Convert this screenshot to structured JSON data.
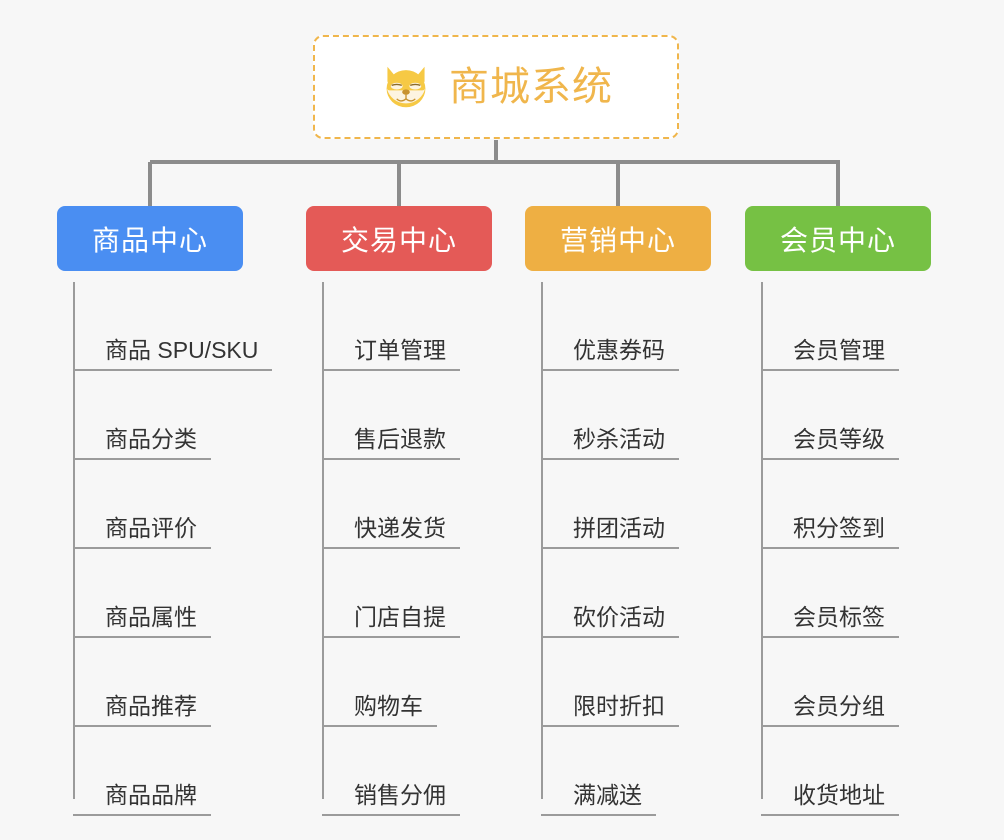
{
  "root": {
    "title": "商城系统",
    "icon": "shiba-dog-icon",
    "border_color": "#f0b64c",
    "text_color": "#f0b64c",
    "background": "#ffffff"
  },
  "canvas": {
    "background": "#f7f7f7",
    "connector_color": "#8c8c8c",
    "rule_color": "#9b9b9b"
  },
  "columns": [
    {
      "label": "商品中心",
      "color": "#4a8ef2",
      "items": [
        "商品 SPU/SKU",
        "商品分类",
        "商品评价",
        "商品属性",
        "商品推荐",
        "商品品牌"
      ]
    },
    {
      "label": "交易中心",
      "color": "#e45a57",
      "items": [
        "订单管理",
        "售后退款",
        "快递发货",
        "门店自提",
        "购物车",
        "销售分佣"
      ]
    },
    {
      "label": "营销中心",
      "color": "#eeaf43",
      "items": [
        "优惠券码",
        "秒杀活动",
        "拼团活动",
        "砍价活动",
        "限时折扣",
        "满减送"
      ]
    },
    {
      "label": "会员中心",
      "color": "#76c144",
      "items": [
        "会员管理",
        "会员等级",
        "积分签到",
        "会员标签",
        "会员分组",
        "收货地址"
      ]
    }
  ]
}
